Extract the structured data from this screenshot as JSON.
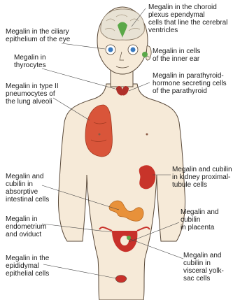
{
  "labels": {
    "choroid": "Megalin in the choroid\nplexus ependymal\ncells that line the cerebral\nventricles",
    "ciliary": "Megalin in the ciliary\nepithelium of the eye",
    "inner_ear": "Megalin in cells\nof the inner ear",
    "thyrocytes": "Megalin in\nthyrocytes",
    "parathyroid": "Megalin in parathyroid-\nhormone secreting cells\nof the parathyroid",
    "lung": "Megalin in type II\npneumocytes of\nthe lung alveoli",
    "kidney": "Megalin and cubilin\nin kidney proximal-\ntubule cells",
    "intestine": "Megalin and\ncubilin in\nabsorptive\nintestinal cells",
    "placenta": "Megalin and\ncubilin\nin placenta",
    "endometrium": "Megalin in\nendometrium\nand oviduct",
    "yolk_sac": "Megalin and\ncubilin in\nvisceral yolk-\nsac cells",
    "epididymis": "Megalin in the\nepididymal\nepithelial cells"
  },
  "colors": {
    "skin": "#f6ead8",
    "outline": "#5a4a3a",
    "lung": "#d9553a",
    "kidney": "#c8342a",
    "intestine": "#e8913a",
    "uterus": "#c8302a",
    "organ_green": "#5aa848",
    "eye_blue": "#3a7abf",
    "brain": "#e8e2d4",
    "leader": "#444444"
  }
}
